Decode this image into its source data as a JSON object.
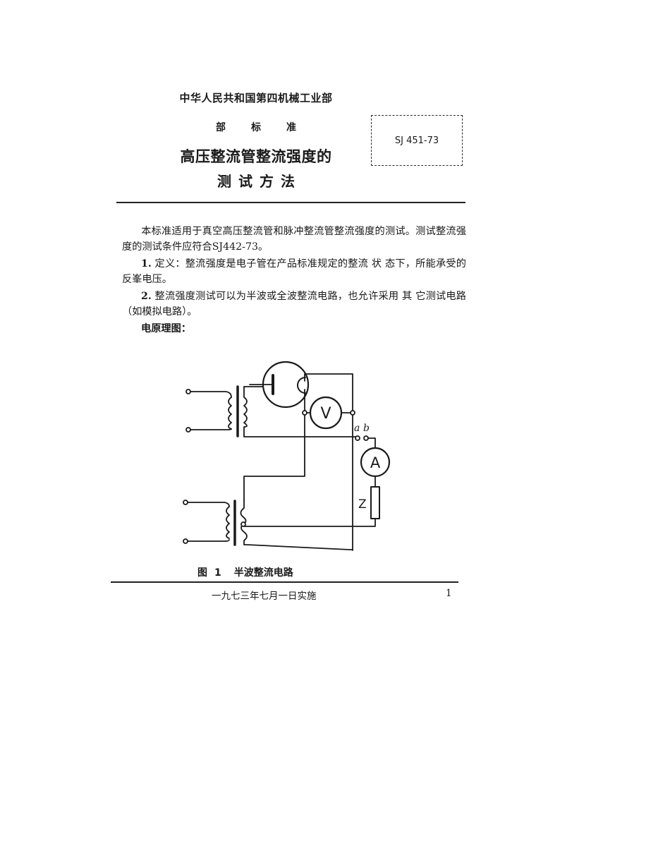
{
  "header": {
    "organization": "中华人民共和国第四机械工业部",
    "standard_type": [
      "部",
      "标",
      "准"
    ],
    "title_line1": "高压整流管整流强度的",
    "title_line2": [
      "测",
      "试",
      "方",
      "法"
    ],
    "standard_number": "SJ 451-73"
  },
  "body": {
    "intro": "本标准适用于真空高压整流管和脉冲整流管整流强度的测试。测试整流强度的测试条件应符合SJ442-73。",
    "items": [
      {
        "number": "1.",
        "text": "定义：整流强度是电子管在产品标准规定的整流 状 态下，所能承受的反峯电压。"
      },
      {
        "number": "2.",
        "text": "整流强度测试可以为半波或全波整流电路，也允许采用 其 它测试电路（如模拟电路）。"
      }
    ],
    "diagram_intro": "电原理图："
  },
  "figure": {
    "label": "图",
    "number": "1",
    "title": "半波整流电路",
    "components": {
      "voltmeter": "V",
      "ammeter": "A",
      "impedance": "Z",
      "terminal_a": "a",
      "terminal_b": "b"
    }
  },
  "footer": {
    "effective_date": "一九七三年七月一日实施",
    "page_number": "1"
  }
}
